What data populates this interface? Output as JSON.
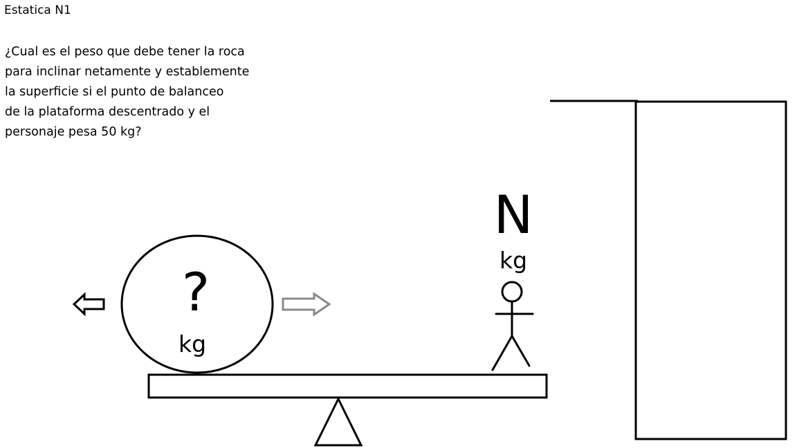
{
  "header": {
    "title": "Estatica N1"
  },
  "question": {
    "lines": [
      "¿Cual es el peso que debe tener la roca",
      "para inclinar netamente y establemente",
      "la superficie si el punto de balanceo",
      "de la plataforma descentrado y el",
      "personaje pesa 50 kg?"
    ]
  },
  "rock": {
    "symbol": "?",
    "unit": "kg"
  },
  "person": {
    "symbol": "N",
    "unit": "kg"
  },
  "colors": {
    "ink": "#000000",
    "right_arrow": "#8a8a8a",
    "background": "#ffffff"
  }
}
